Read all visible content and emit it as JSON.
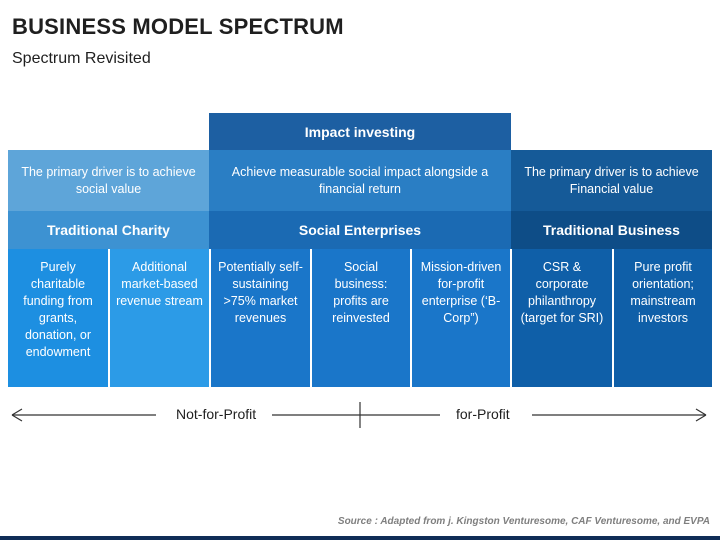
{
  "title": "BUSINESS MODEL SPECTRUM",
  "subtitle": "Spectrum Revisited",
  "impact": "Impact investing",
  "descriptions": {
    "left": "The primary driver is to achieve social value",
    "middle": "Achieve measurable social impact alongside a financial return",
    "right": "The primary driver is to achieve Financial value"
  },
  "categories": {
    "left": "Traditional Charity",
    "middle": "Social Enterprises",
    "right": "Traditional Business"
  },
  "cells": [
    "Purely charitable funding from grants, donation, or endowment",
    "Additional market-based revenue stream",
    "Potentially self-sustaining >75% market revenues",
    "Social business: profits are reinvested",
    "Mission-driven for-profit enterprise (‘B-Corp”)",
    "CSR & corporate philanthropy (target for SRI)",
    "Pure profit orientation; mainstream investors"
  ],
  "axis": {
    "left_label": "Not-for-Profit",
    "right_label": "for-Profit"
  },
  "source": "Source : Adapted from j. Kingston Venturesome, CAF Venturesome, and EVPA",
  "colors": {
    "impact": "#1d5fa2",
    "dark_navy": "#0f2d57",
    "light_blue": "#5ea5d9"
  }
}
